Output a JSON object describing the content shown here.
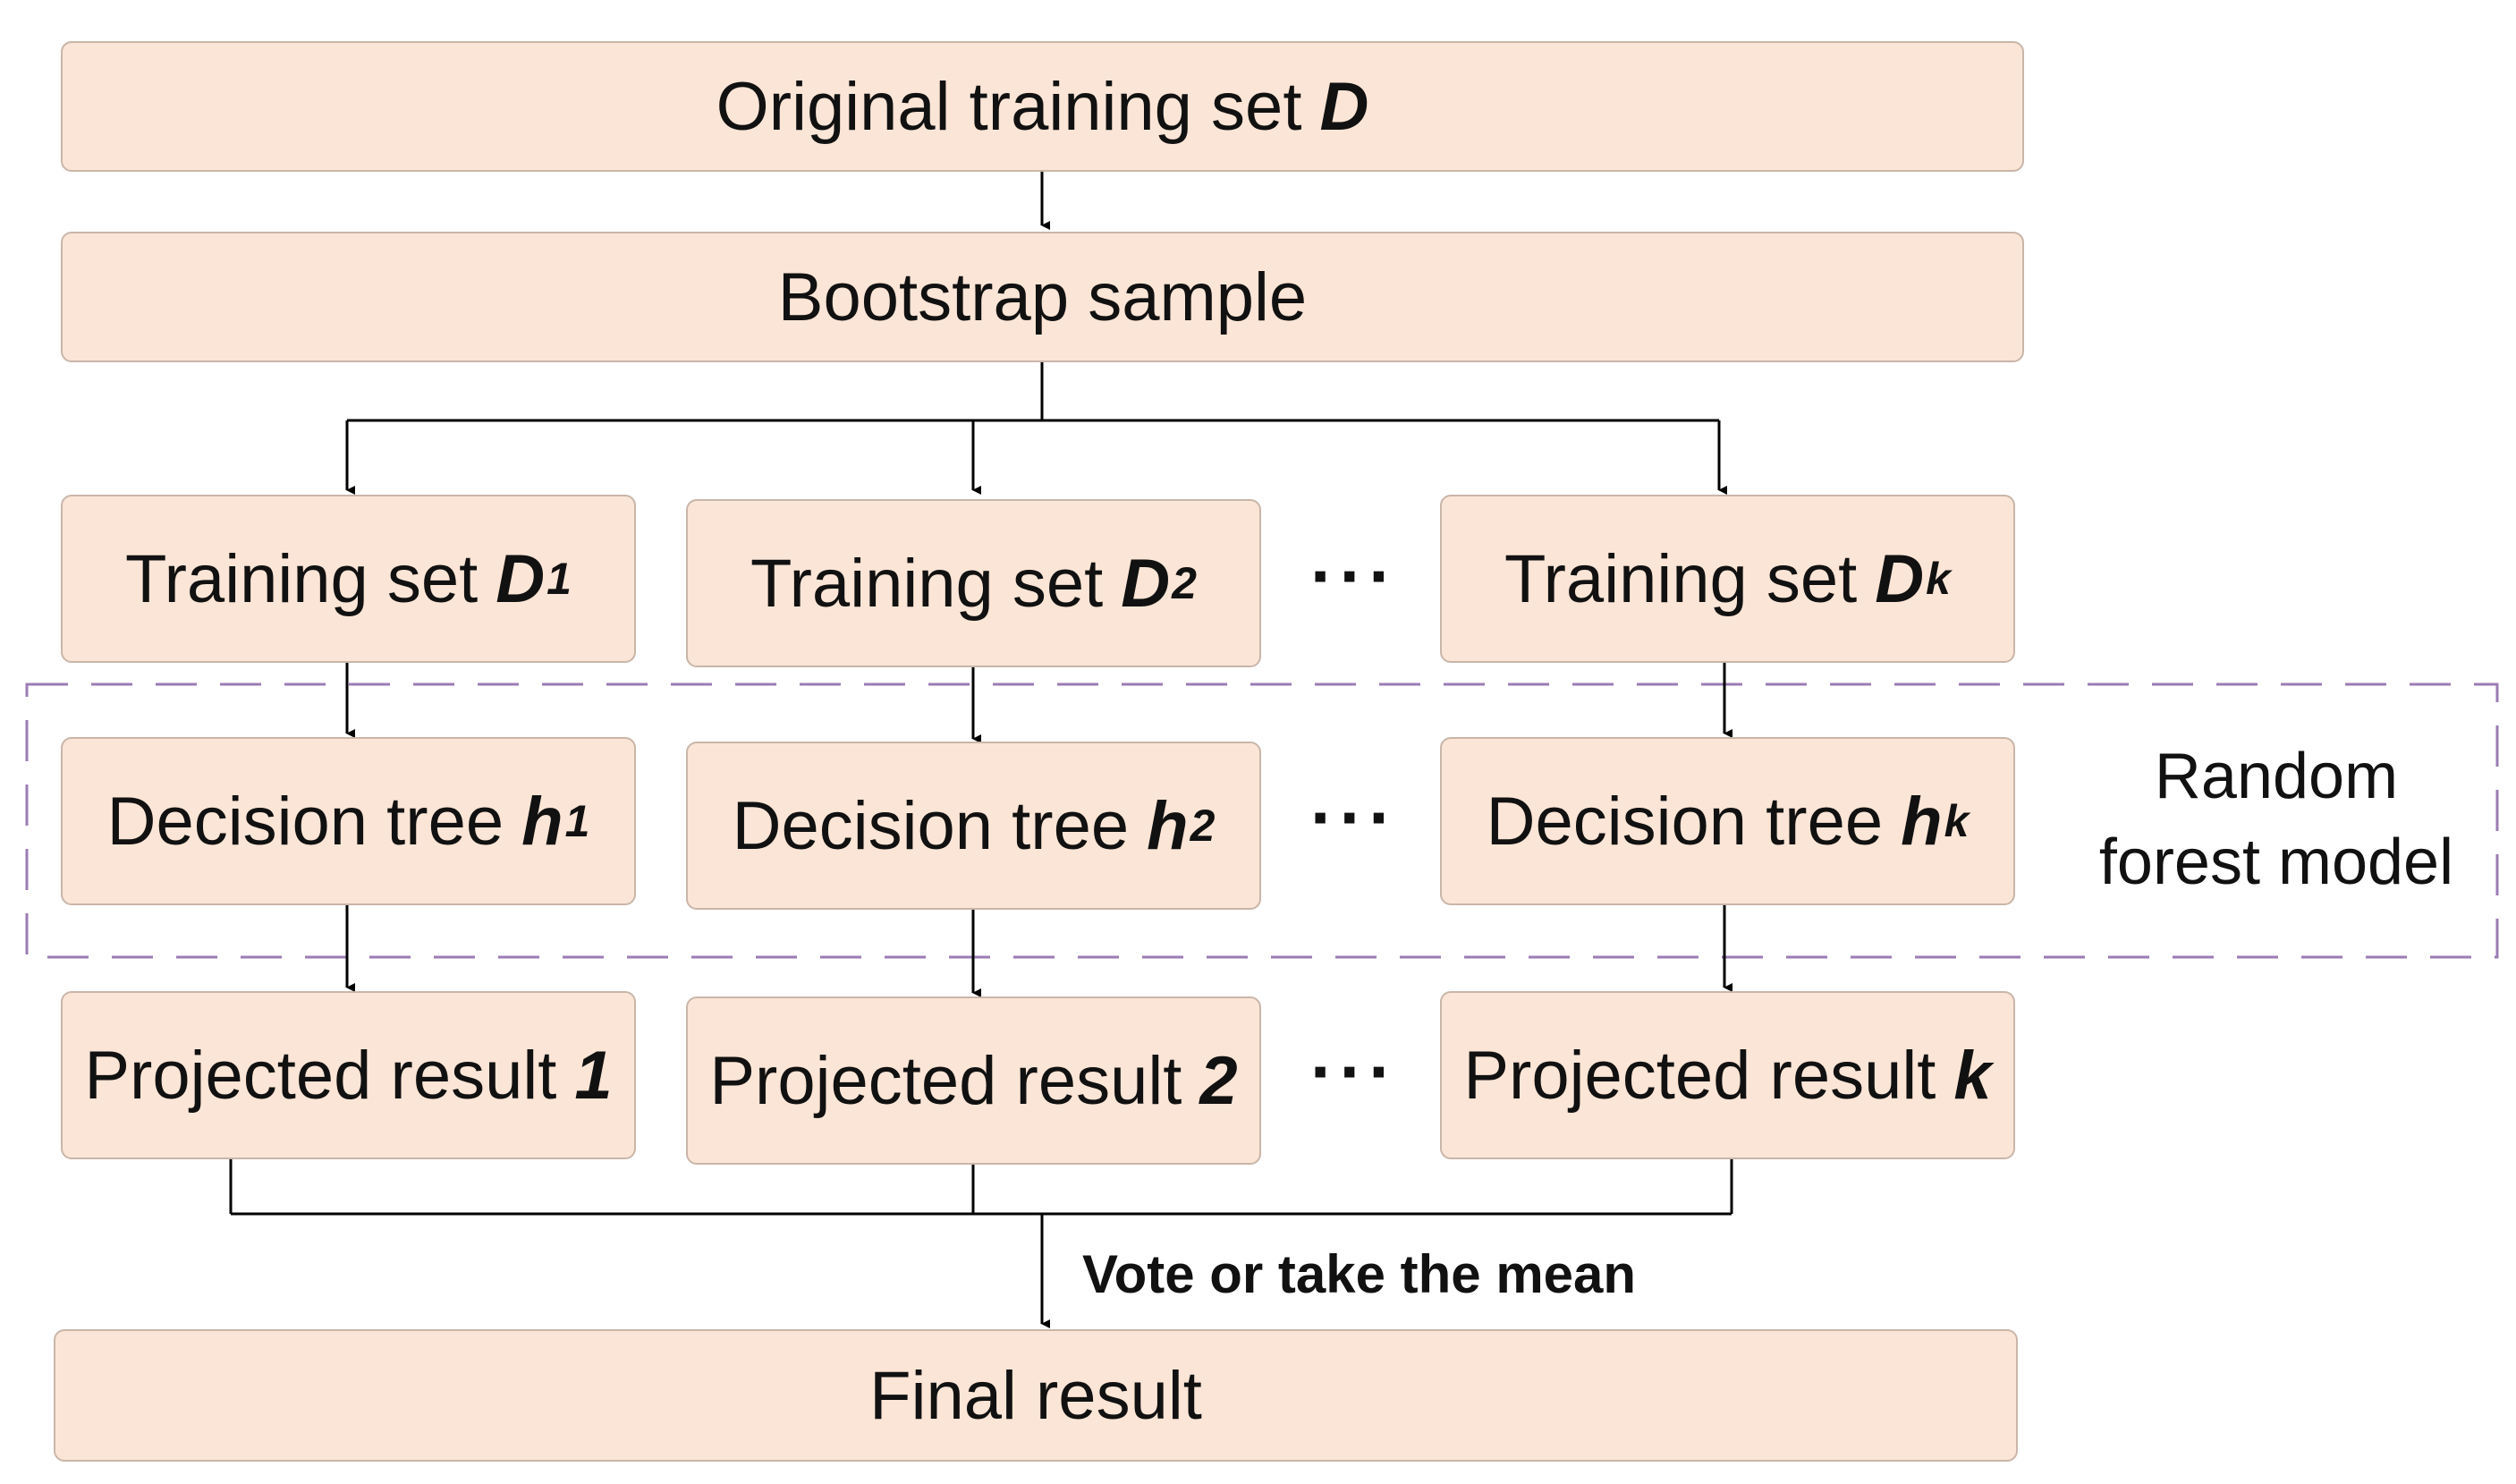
{
  "top": {
    "text": "Original training set",
    "var": "D"
  },
  "bootstrap": {
    "text": "Bootstrap sample"
  },
  "training_sets": [
    {
      "text": "Training set",
      "var": "D",
      "sub": "1"
    },
    {
      "text": "Training set",
      "var": "D",
      "sub": "2"
    },
    {
      "text": "Training set",
      "var": "D",
      "sub": "k"
    }
  ],
  "trees": [
    {
      "text": "Decision tree",
      "var": "h",
      "sub": "1"
    },
    {
      "text": "Decision tree",
      "var": "h",
      "sub": "2"
    },
    {
      "text": "Decision tree",
      "var": "h",
      "sub": "k"
    }
  ],
  "results": [
    {
      "text": "Projected result",
      "var": "1"
    },
    {
      "text": "Projected result",
      "var": "2"
    },
    {
      "text": "Projected result",
      "var": "k"
    }
  ],
  "ellipsis": "···",
  "forest_label": {
    "line1": "Random",
    "line2": "forest model"
  },
  "aggregate_label": "Vote or take the mean",
  "final": {
    "text": "Final result"
  },
  "colors": {
    "box_fill": "#fbe5d6",
    "box_border": "#c9b6a9",
    "dashed_border": "#9b7bb5",
    "arrow": "#000000"
  }
}
